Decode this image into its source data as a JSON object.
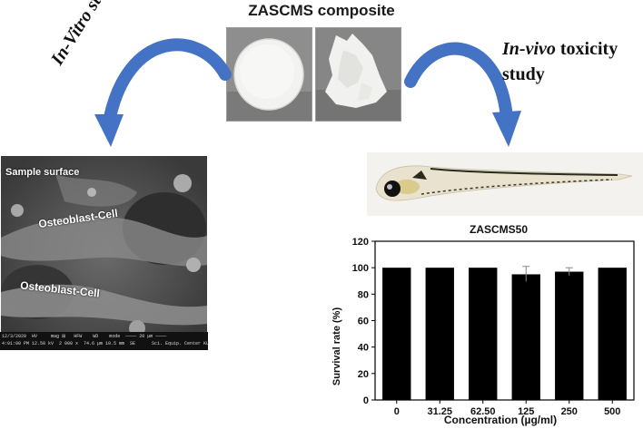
{
  "title": "ZASCMS composite",
  "labels": {
    "in_vitro_a": "In-Vitro",
    "in_vitro_b": " study",
    "in_vivo_a": "In-vivo",
    "in_vivo_b": " toxicity",
    "in_vivo_c": "study"
  },
  "sem": {
    "sample_surface": "Sample surface",
    "cell_label_1": "Osteoblast-Cell",
    "cell_label_2": "Osteoblast-Cell",
    "footer_line1": "12/3/2020  HV     mag ⊞   HFW    WD    mode  ———— 20 µm ————",
    "footer_line2": "4:01:00 PM 12.50 kV  2 000 x  74.6 µm 10.5 mm  SE      Sci. Equip. Center KU"
  },
  "colors": {
    "arrow_blue": "#4472c4",
    "bar": "#000000"
  },
  "icons": {
    "left_arrow": "curved-arrow-icon",
    "right_arrow": "curved-arrow-icon"
  },
  "chart_data": {
    "type": "bar",
    "title": "ZASCMS50",
    "xlabel": "Concentration (µg/ml)",
    "ylabel": "Survival rate (%)",
    "categories": [
      "0",
      "31.25",
      "62.50",
      "125",
      "250",
      "500"
    ],
    "values": [
      100,
      100,
      100,
      95,
      97,
      100
    ],
    "errors": [
      0,
      0,
      0,
      6,
      3,
      0
    ],
    "ylim": [
      0,
      120
    ],
    "yticks": [
      "0",
      "20",
      "40",
      "60",
      "80",
      "100",
      "120"
    ]
  }
}
